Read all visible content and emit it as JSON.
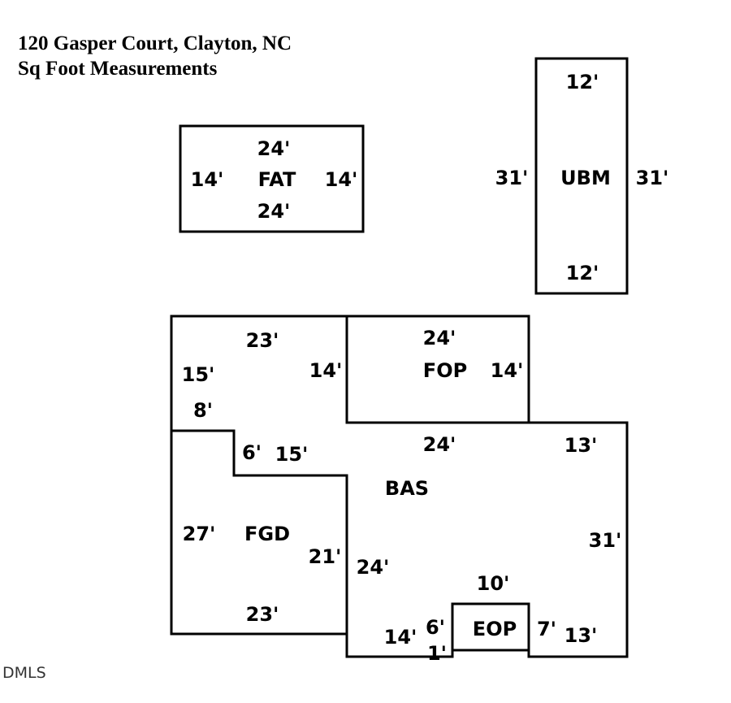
{
  "title": {
    "line1": "120 Gasper Court, Clayton, NC",
    "line2": "Sq Foot Measurements"
  },
  "areas": {
    "fat": {
      "name": "FAT",
      "top": "24'",
      "bottom": "24'",
      "left": "14'",
      "right": "14'"
    },
    "ubm": {
      "name": "UBM",
      "top": "12'",
      "bottom": "12'",
      "left": "31'",
      "right": "31'"
    },
    "fop": {
      "name": "FOP",
      "top": "24'",
      "right": "14'"
    },
    "bas": {
      "name": "BAS",
      "top_left": "23'",
      "left_upper": "15'",
      "step": "8'",
      "mid": "14'",
      "fop_bottom": "24'",
      "top_right": "13'",
      "right": "31'",
      "notch_left": "24'",
      "bottom_left": "14'",
      "bottom_right": "13'"
    },
    "fgd": {
      "name": "FGD",
      "top_step": "6'",
      "top": "15'",
      "left": "27'",
      "right": "21'",
      "bottom": "23'"
    },
    "eop": {
      "name": "EOP",
      "top": "10'",
      "left": "6'",
      "right": "7'",
      "bottom": "1'"
    }
  },
  "watermark": "DMLS"
}
